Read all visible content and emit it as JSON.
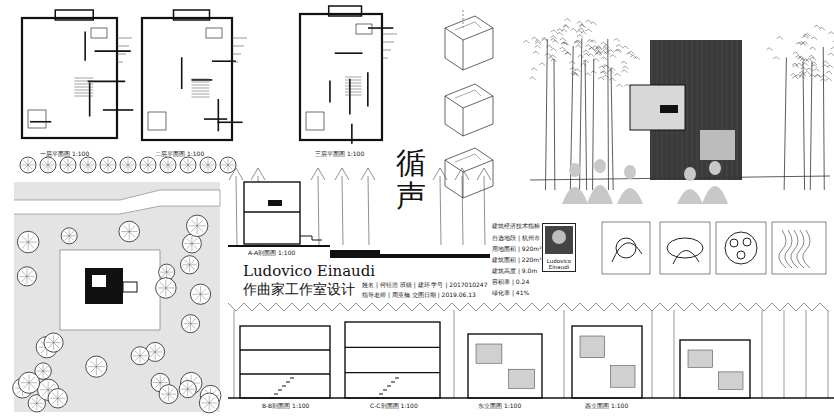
{
  "diagram": {
    "title": "循声",
    "nodes": [
      {
        "text": [
          "Ludovico Einaudi"
        ]
      }
    ],
    "labels": [
      "一层平面图 1:100",
      "二层平面图 1:100",
      "三层平面图 1:100",
      "A-A剖面图 1:100",
      "Ludovico Einaudi",
      "作曲家工作室设计",
      "姓名 | 何钰浩 班级 | 建环 学号 | 2017010247",
      "指导老师 | 周亚楠 交图日期 | 2019.06.13",
      "建筑经济技术指标",
      "自选地段 | 杭州市",
      "用地面积 | 920m²",
      "建筑面积 | 220m²",
      "建筑高度 | 9.0m",
      "容积率 | 0.24",
      "绿化率 | 41%",
      "B-B剖面图 1:100",
      "C-C剖面图 1:100",
      "东立面图 1:100",
      "西立面图 1:100"
    ]
  }
}
